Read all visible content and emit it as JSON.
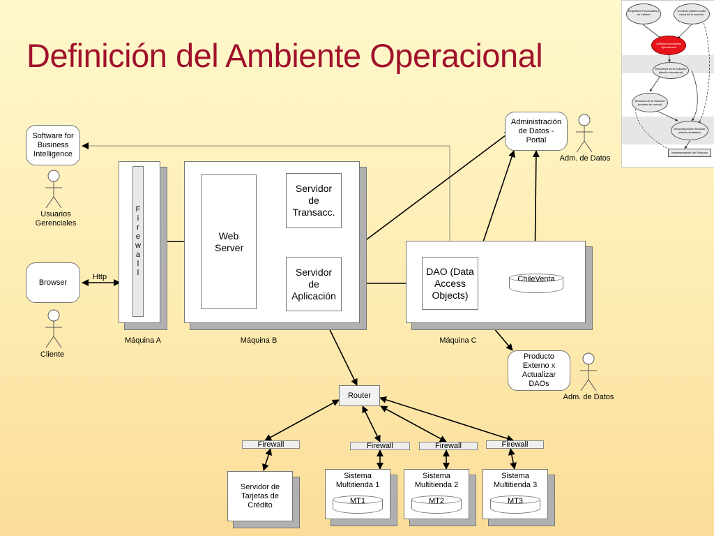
{
  "slide": {
    "title": "Definición del Ambiente Operacional"
  },
  "actors": {
    "usuarios": "Usuarios\nGerenciales",
    "cliente": "Cliente",
    "adm1": "Adm. de Datos",
    "adm2": "Adm. de Datos"
  },
  "nodes": {
    "software_bi": "Software for Business Intelligence",
    "browser": "Browser",
    "http": "Http",
    "firewall_vertical": "F\ni\nr\ne\nw\na\nl\nl",
    "web_server": "Web Server",
    "servidor_transacc": "Servidor de Transacc.",
    "servidor_aplicacion": "Servidor de Aplicación",
    "dao": "DAO (Data Access Objects)",
    "chileventa": "ChileVenta",
    "admin_datos_portal": "Administración de Datos - Portal",
    "producto_externo": "Producto Externo x Actualizar DAOs",
    "router": "Router",
    "servidor_tarjetas": "Servidor de Tarjetas de Crédito",
    "sistema_mt1": "Sistema Multitienda 1",
    "sistema_mt2": "Sistema Multitienda 2",
    "sistema_mt3": "Sistema Multitienda 3",
    "mt1": "MT1",
    "mt2": "MT2",
    "mt3": "MT3"
  },
  "machines": {
    "a": "Máquina A",
    "b": "Máquina B",
    "c": "Máquina C"
  },
  "firewalls": [
    "Firewall",
    "Firewall",
    "Firewall",
    "Firewall"
  ],
  "thumbnail": {
    "n1": "Requisitos Funcionales y de Calidad",
    "n2": "Contexto (diseño a alto nivel) de la solución",
    "n3": "Definición Ambiente Operacional",
    "n4": "Estructura de la Solución (diseño estructural)",
    "n5": "Dinámica de la Solución (modelo de control)",
    "n6": "Descomposición Modular (diseño detallado)",
    "n7": "Implementación del Producto"
  },
  "colors": {
    "title": "#a0112b",
    "thumb_highlight": "#e8141c"
  }
}
